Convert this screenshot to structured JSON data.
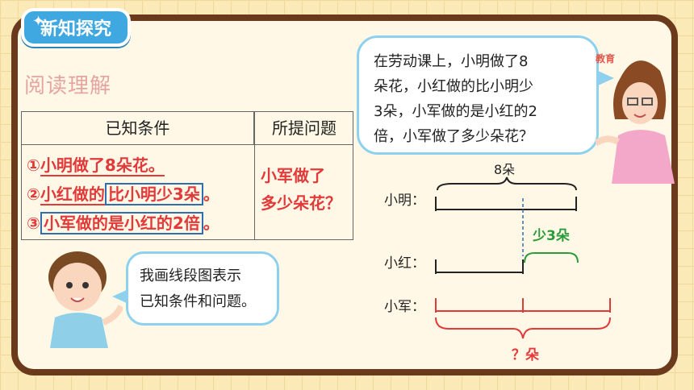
{
  "header": {
    "tag": "新知探究",
    "subtitle": "阅读理解"
  },
  "table": {
    "col1": "已知条件",
    "col2": "所提问题",
    "conditions": [
      {
        "num": "①",
        "text": "小明做了8朵花。"
      },
      {
        "num": "②",
        "pre": "小红做的",
        "boxed": "比小明少3朵",
        "post": "。"
      },
      {
        "num": "③",
        "boxed": "小军做的是小红的2倍",
        "post": "。"
      }
    ],
    "question": [
      "小军做了",
      "多少朵花？"
    ]
  },
  "bubble_teacher": [
    "在劳动课上，小明做了8",
    "朵花，小红做的比小明少",
    "3朵，小军做的是小红的2",
    "倍，小军做了多少朵花？"
  ],
  "bubble_boy": [
    "我画线段图表示",
    "已知条件和问题。"
  ],
  "diagram": {
    "top_label": "8朵",
    "rows": [
      "小明：",
      "小红：",
      "小军："
    ],
    "less_label": "少3朵",
    "bottom_label": "？朵"
  },
  "watermark": "教育",
  "colors": {
    "accent_red": "#e23a3a",
    "accent_blue": "#2f6fb0",
    "accent_green": "#2a9b3a"
  }
}
